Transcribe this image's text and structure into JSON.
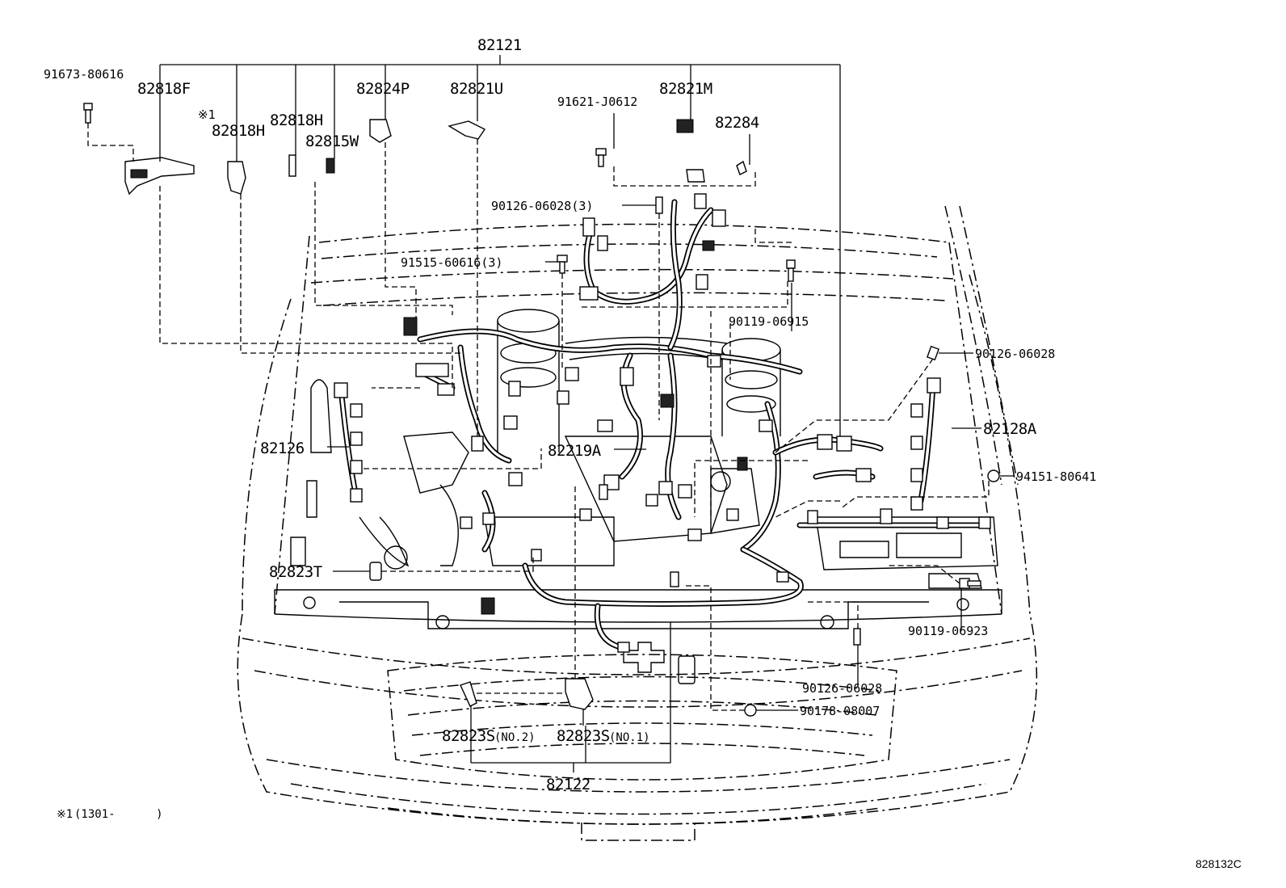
{
  "diagram_code": "828132C",
  "footnote": {
    "mark": "※1",
    "text": "(1301-      )"
  },
  "labels": {
    "p82121": "82121",
    "p91673": "91673-80616",
    "p82818F": "82818F",
    "mark1": "※1",
    "p82818H_a": "82818H",
    "p82818H_b": "82818H",
    "p82815W": "82815W",
    "p82824P": "82824P",
    "p82821U": "82821U",
    "p91621": "91621-J0612",
    "p82821M": "82821M",
    "p82284": "82284",
    "p90126_3": "90126-06028(3)",
    "p91515_3": "91515-60616(3)",
    "p90119_915": "90119-06915",
    "p90126_r": "90126-06028",
    "p82128A": "82128A",
    "p82126": "82126",
    "p82219A": "82219A",
    "p94151": "94151-80641",
    "p82823T": "82823T",
    "p90119_923": "90119-06923",
    "p90126_b": "90126-06028",
    "p90178": "90178-08007",
    "p82823S_2": "82823S",
    "p82823S_2_sub": "(NO.2)",
    "p82823S_1": "82823S",
    "p82823S_1_sub": "(NO.1)",
    "p82122": "82122"
  }
}
